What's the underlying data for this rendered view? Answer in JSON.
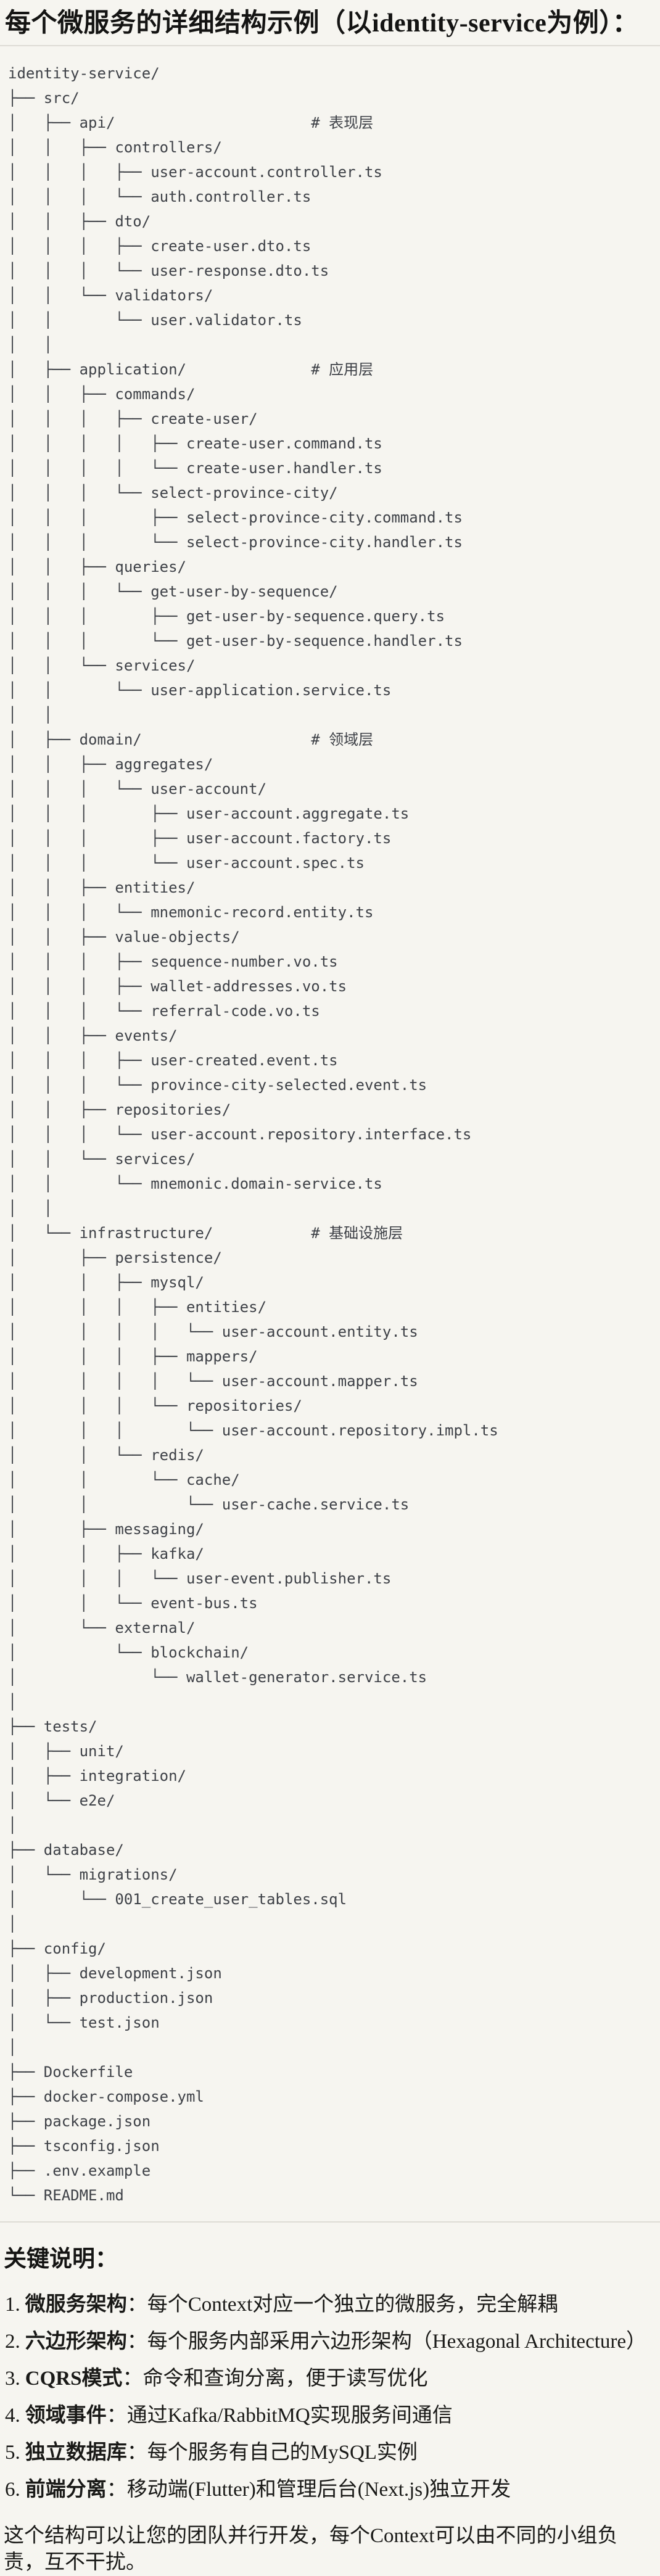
{
  "page": {
    "title": "每个微服务的详细结构示例（以identity-service为例）：",
    "notes_heading": "关键说明：",
    "closing": "这个结构可以让您的团队并行开发，每个Context可以由不同的小组负责，互不干扰。"
  },
  "colors": {
    "page_background": "#f6f5f0",
    "divider": "#dedcd5",
    "tree_text": "#3e4147",
    "body_text": "#191917"
  },
  "tree": {
    "root_label": "identity-service/",
    "layer_comments": [
      "# 表现层",
      "# 应用层",
      "# 领域层",
      "# 基础设施层"
    ],
    "lines": [
      "identity-service/",
      "├── src/",
      "│   ├── api/                      # 表现层",
      "│   │   ├── controllers/",
      "│   │   │   ├── user-account.controller.ts",
      "│   │   │   └── auth.controller.ts",
      "│   │   ├── dto/",
      "│   │   │   ├── create-user.dto.ts",
      "│   │   │   └── user-response.dto.ts",
      "│   │   └── validators/",
      "│   │       └── user.validator.ts",
      "│   │",
      "│   ├── application/              # 应用层",
      "│   │   ├── commands/",
      "│   │   │   ├── create-user/",
      "│   │   │   │   ├── create-user.command.ts",
      "│   │   │   │   └── create-user.handler.ts",
      "│   │   │   └── select-province-city/",
      "│   │   │       ├── select-province-city.command.ts",
      "│   │   │       └── select-province-city.handler.ts",
      "│   │   ├── queries/",
      "│   │   │   └── get-user-by-sequence/",
      "│   │   │       ├── get-user-by-sequence.query.ts",
      "│   │   │       └── get-user-by-sequence.handler.ts",
      "│   │   └── services/",
      "│   │       └── user-application.service.ts",
      "│   │",
      "│   ├── domain/                   # 领域层",
      "│   │   ├── aggregates/",
      "│   │   │   └── user-account/",
      "│   │   │       ├── user-account.aggregate.ts",
      "│   │   │       ├── user-account.factory.ts",
      "│   │   │       └── user-account.spec.ts",
      "│   │   ├── entities/",
      "│   │   │   └── mnemonic-record.entity.ts",
      "│   │   ├── value-objects/",
      "│   │   │   ├── sequence-number.vo.ts",
      "│   │   │   ├── wallet-addresses.vo.ts",
      "│   │   │   └── referral-code.vo.ts",
      "│   │   ├── events/",
      "│   │   │   ├── user-created.event.ts",
      "│   │   │   └── province-city-selected.event.ts",
      "│   │   ├── repositories/",
      "│   │   │   └── user-account.repository.interface.ts",
      "│   │   └── services/",
      "│   │       └── mnemonic.domain-service.ts",
      "│   │",
      "│   └── infrastructure/           # 基础设施层",
      "│       ├── persistence/",
      "│       │   ├── mysql/",
      "│       │   │   ├── entities/",
      "│       │   │   │   └── user-account.entity.ts",
      "│       │   │   ├── mappers/",
      "│       │   │   │   └── user-account.mapper.ts",
      "│       │   │   └── repositories/",
      "│       │   │       └── user-account.repository.impl.ts",
      "│       │   └── redis/",
      "│       │       └── cache/",
      "│       │           └── user-cache.service.ts",
      "│       ├── messaging/",
      "│       │   ├── kafka/",
      "│       │   │   └── user-event.publisher.ts",
      "│       │   └── event-bus.ts",
      "│       └── external/",
      "│           └── blockchain/",
      "│               └── wallet-generator.service.ts",
      "│",
      "├── tests/",
      "│   ├── unit/",
      "│   ├── integration/",
      "│   └── e2e/",
      "│",
      "├── database/",
      "│   └── migrations/",
      "│       └── 001_create_user_tables.sql",
      "│",
      "├── config/",
      "│   ├── development.json",
      "│   ├── production.json",
      "│   └── test.json",
      "│",
      "├── Dockerfile",
      "├── docker-compose.yml",
      "├── package.json",
      "├── tsconfig.json",
      "├── .env.example",
      "└── README.md"
    ]
  },
  "notes": [
    {
      "num": "1.",
      "label": "微服务架构",
      "sep": "：",
      "desc": "每个Context对应一个独立的微服务，完全解耦"
    },
    {
      "num": "2.",
      "label": "六边形架构",
      "sep": "：",
      "desc": "每个服务内部采用六边形架构（Hexagonal Architecture）"
    },
    {
      "num": "3.",
      "label": "CQRS模式",
      "sep": "：",
      "desc": "命令和查询分离，便于读写优化"
    },
    {
      "num": "4.",
      "label": "领域事件",
      "sep": "：",
      "desc": "通过Kafka/RabbitMQ实现服务间通信"
    },
    {
      "num": "5.",
      "label": "独立数据库",
      "sep": "：",
      "desc": "每个服务有自己的MySQL实例"
    },
    {
      "num": "6.",
      "label": "前端分离",
      "sep": "：",
      "desc": "移动端(Flutter)和管理后台(Next.js)独立开发"
    }
  ]
}
